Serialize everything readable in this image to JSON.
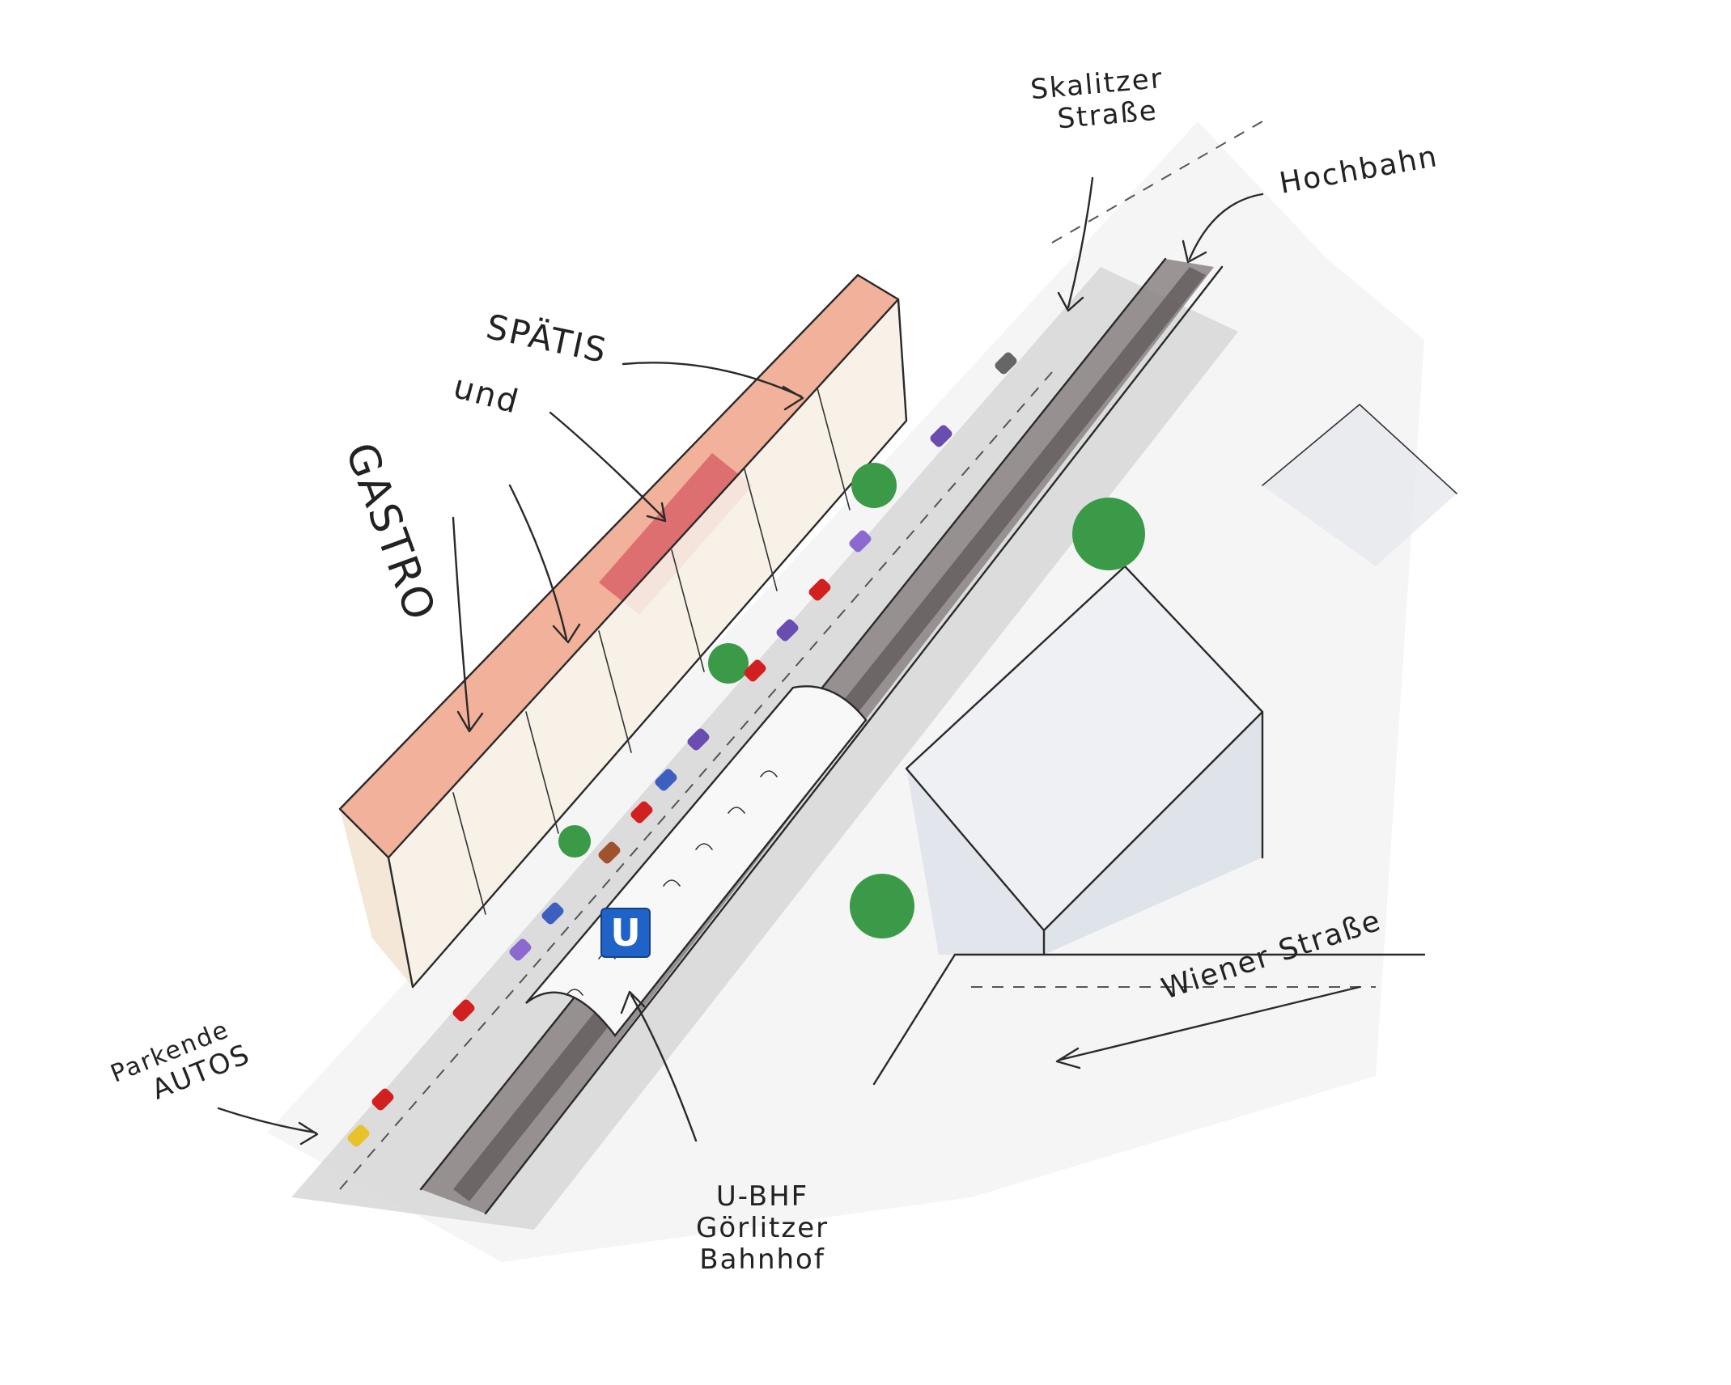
{
  "labels": {
    "skalitzer_line1": "Skalitzer",
    "skalitzer_line2": "Straße",
    "hochbahn": "Hochbahn",
    "spaetis": "SPÄTIS",
    "und": "und",
    "gastro": "GASTRO",
    "parkende": "Parkende",
    "autos": "AUTOS",
    "ubhf_line1": "U-BHF",
    "ubhf_line2": "Görlitzer",
    "ubhf_line3": "Bahnhof",
    "wiener": "Wiener Straße"
  },
  "ubahn_sign": "U",
  "colors": {
    "ubahn_blue": "#1f63c9",
    "roof_salmon": "#f0a98f",
    "roof_red": "#d9646a",
    "tree_green": "#3a9a47",
    "street_grey": "#cfcfcf",
    "track_dark": "#7a7474"
  }
}
